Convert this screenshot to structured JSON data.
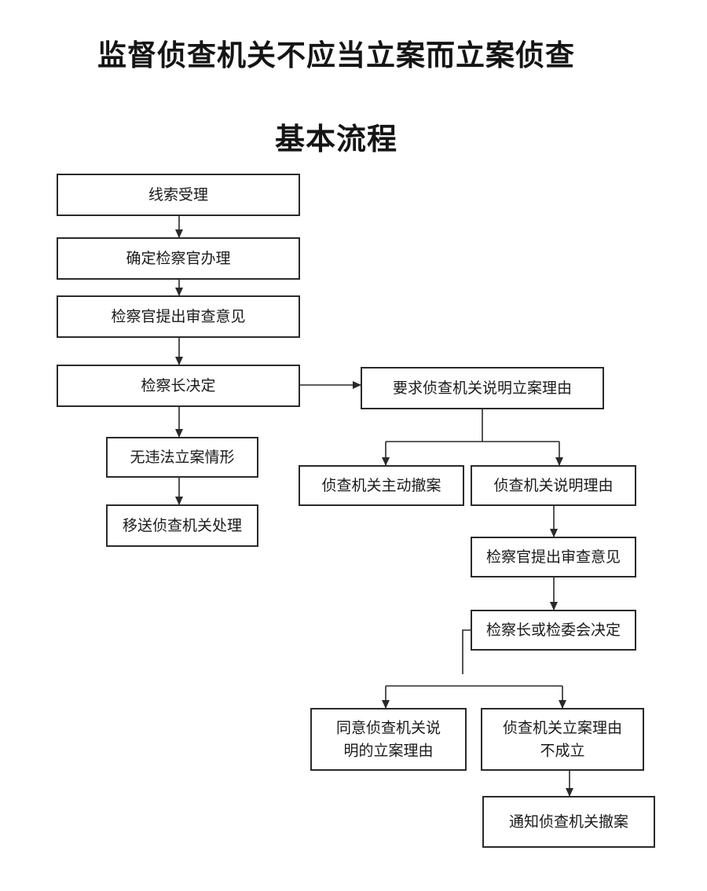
{
  "title": {
    "line1": "监督侦查机关不应当立案而立案侦查",
    "line2": "基本流程"
  },
  "nodes": {
    "clue_accept": {
      "lines": [
        "线索受理"
      ]
    },
    "assign_prosecutor": {
      "lines": [
        "确定检察官办理"
      ]
    },
    "prosecutor_opinion_1": {
      "lines": [
        "检察官提出审查意见"
      ]
    },
    "chief_decision": {
      "lines": [
        "检察长决定"
      ]
    },
    "no_violation": {
      "lines": [
        "无违法立案情形"
      ]
    },
    "transfer_to_investigation": {
      "lines": [
        "移送侦查机关处理"
      ]
    },
    "require_explanation": {
      "lines": [
        "要求侦查机关说明立案理由"
      ]
    },
    "voluntary_withdraw": {
      "lines": [
        "侦查机关主动撤案"
      ]
    },
    "explain_reason": {
      "lines": [
        "侦查机关说明理由"
      ]
    },
    "prosecutor_opinion_2": {
      "lines": [
        "检察官提出审查意见"
      ]
    },
    "chief_or_committee_decision": {
      "lines": [
        "检察长或检委会决定"
      ]
    },
    "agree_reason": {
      "lines": [
        "同意侦查机关说",
        "明的立案理由"
      ]
    },
    "reason_not_established": {
      "lines": [
        "侦查机关立案理由",
        "不成立"
      ]
    },
    "notify_withdraw": {
      "lines": [
        "通知侦查机关撤案"
      ]
    }
  }
}
